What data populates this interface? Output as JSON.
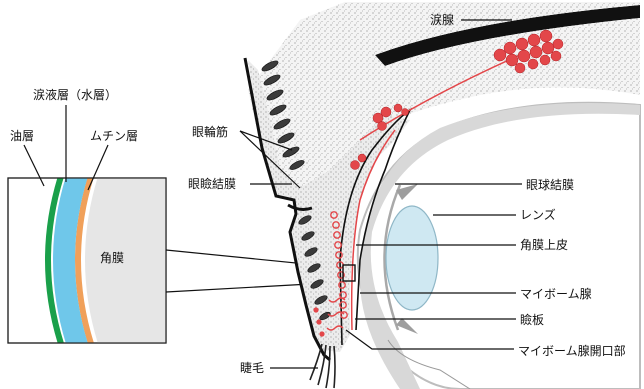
{
  "inset": {
    "top_label": "涙液層（水層）",
    "oil_label": "油層",
    "mucin_label": "ムチン層",
    "cornea_label": "角膜"
  },
  "labels": {
    "lacrimal_gland": "涙腺",
    "orbicularis": "眼輪筋",
    "palpebral_conjunctiva": "眼瞼結膜",
    "bulbar_conjunctiva": "眼球結膜",
    "lens": "レンズ",
    "corneal_epithelium": "角膜上皮",
    "meibomian_gland": "マイボーム腺",
    "tarsus": "瞼板",
    "meibomian_orifice": "マイボーム腺開口部",
    "eyelash": "睫毛"
  },
  "colors": {
    "oil_layer": "#1aa04a",
    "water_layer": "#6fc7ea",
    "mucin_layer": "#f0a05a",
    "cornea": "#e6e6e6",
    "gland_red": "#e3474a",
    "lens_fill": "#cfe8f2"
  }
}
